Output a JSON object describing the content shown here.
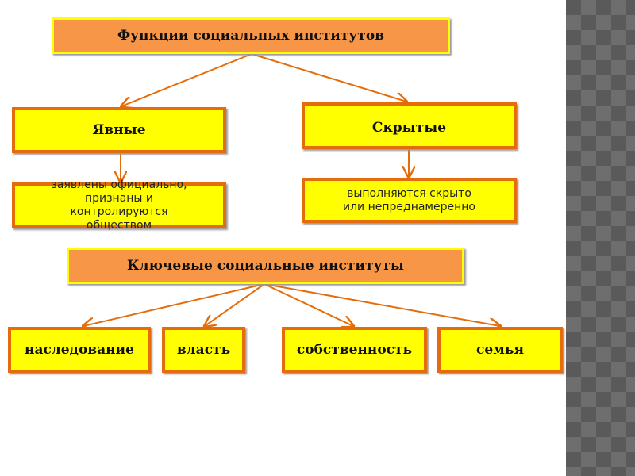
{
  "title": "Функции социальных институтов",
  "explicit": "Явные",
  "hidden": "Скрытые",
  "explicit_desc": "заявлены официально, признаны и контролируются обществом",
  "hidden_desc": "выполняются скрыто или непреднамеренно",
  "key_title": "Ключевые социальные институты",
  "institutions": [
    "наследование",
    "власть",
    "собственность",
    "семья"
  ],
  "colors": {
    "orange": "#f79646",
    "yellow": "#ffff00",
    "border": "#e46c0a"
  }
}
